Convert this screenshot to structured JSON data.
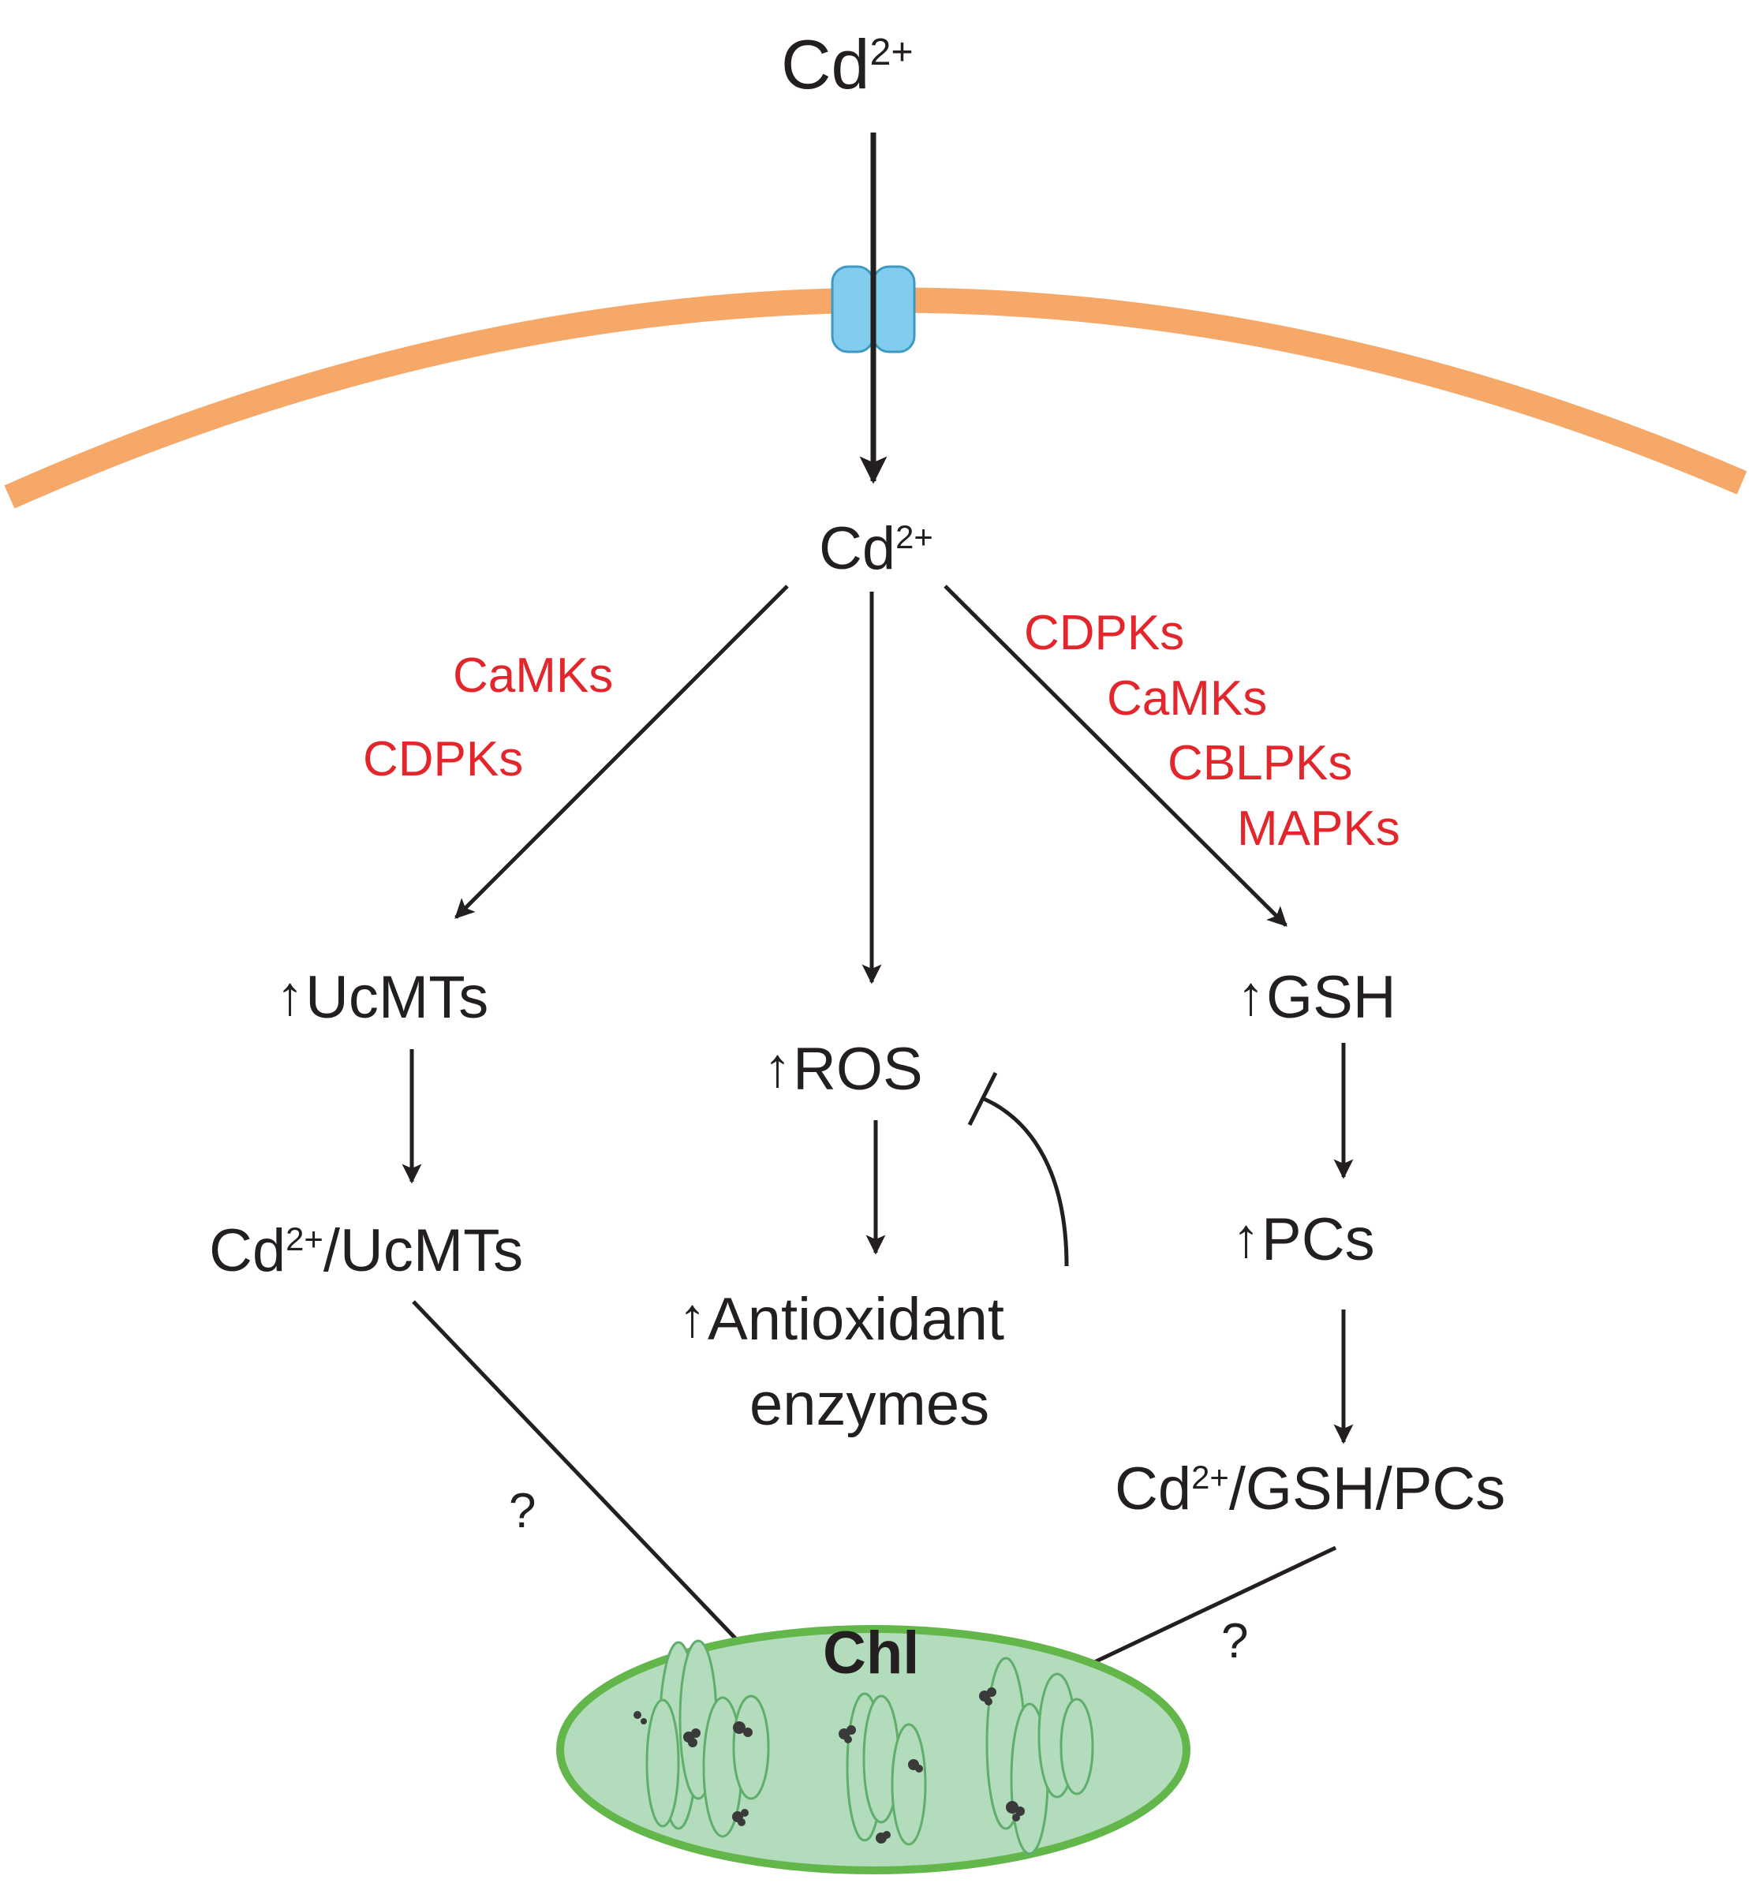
{
  "colors": {
    "membrane": "#f6a868",
    "channel_fill": "#82ccee",
    "channel_stroke": "#3f99c3",
    "kinase_text": "#e2262b",
    "arrow": "#231f20",
    "chloroplast_fill": "#b2dcbb",
    "chloroplast_stroke": "#62b64a",
    "thylakoid_stroke": "#5fae6b",
    "grana_dots": "#3a3a3a"
  },
  "ion": {
    "base": "Cd",
    "charge": "2+"
  },
  "icons": {
    "up_arrow": "↑",
    "channel": "membrane-channel-icon",
    "chloroplast": "chloroplast-icon"
  },
  "left_branch": {
    "kinases": [
      "CaMKs",
      "CDPKs"
    ],
    "node1": "UcMTs",
    "complex_suffix": "/UcMTs",
    "question": "?"
  },
  "center_branch": {
    "node1": "ROS",
    "node2_line1": "Antioxidant",
    "node2_line2": "enzymes"
  },
  "right_branch": {
    "kinases": [
      "CDPKs",
      "CaMKs",
      "CBLPKs",
      "MAPKs"
    ],
    "node1": "GSH",
    "node2": "PCs",
    "complex_suffix": "/GSH/PCs",
    "question": "?"
  },
  "chloroplast": {
    "label": "Chl"
  }
}
